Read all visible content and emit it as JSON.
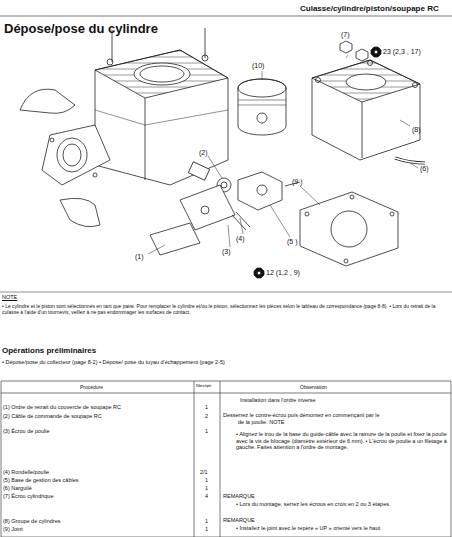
{
  "diagram": {
    "title": "Dépose/pose du cylindre",
    "labels": [
      "Culasse/cylindre/piston/soupape RC",
      "(10)",
      "(7)",
      "23 (2,3 , 17)",
      "(8)",
      "(2)",
      "(6)",
      "(9 )",
      "(4)",
      "(3)",
      "(5 )",
      "(1)",
      "12 (1,2 , 9)",
      "NOTE",
      "• Le cylindre et le piston sont sélectionnés en tant que paire. Pour remplacer le cylindre et/ou le piston, sélectionnez les pièces selon le tableau de correspondance (page 8-8). • Lors du retrait de la culasse à l'aide d'un tournevis, veillez à ne pas endommager les surfaces de contact.",
      "Opérations préliminaires",
      "• Dépose/pose du collecteur (page 8-2) • Dépose/ pose du tuyau d'échappement (page 2-5)",
      "Procédure",
      "Nbre/qté",
      "Observation",
      "Installation dans l'ordre inverse",
      "(1) Ordre de retrait du couvercle de soupape RC",
      "1",
      "(2) Câble de commande de soupape RC",
      "2",
      "Desserrez le contre-écrou puis démontez en commençant par le",
      "de la poulie. NOTE",
      "(3) Écrou de poulie",
      "1",
      "• Alignez le trou de la base du guide-câble avec la rainure de la poulie et fixez la poulie avec la vis de blocage (diamètre extérieur de 6 mm). • L'écrou de poulie a un filetage à gauche. Faites attention à l'ordre de montage.",
      "(4) Rondelle/poulie",
      "2/1",
      "(5) Base de gestion des câbles",
      "1",
      "(6) Narguilé",
      "1",
      "(7) Écrou cylindrique",
      "4",
      "REMARQUE",
      "• Lors du montage, serrez les écrous en croix en 2 ou 3 étapes.",
      "(8) Groupe de cylindres",
      "1",
      "(9) Joint",
      "1",
      "REMARQUE",
      "• Installez le joint avec le repère « UP » orienté vers le haut."
    ]
  }
}
